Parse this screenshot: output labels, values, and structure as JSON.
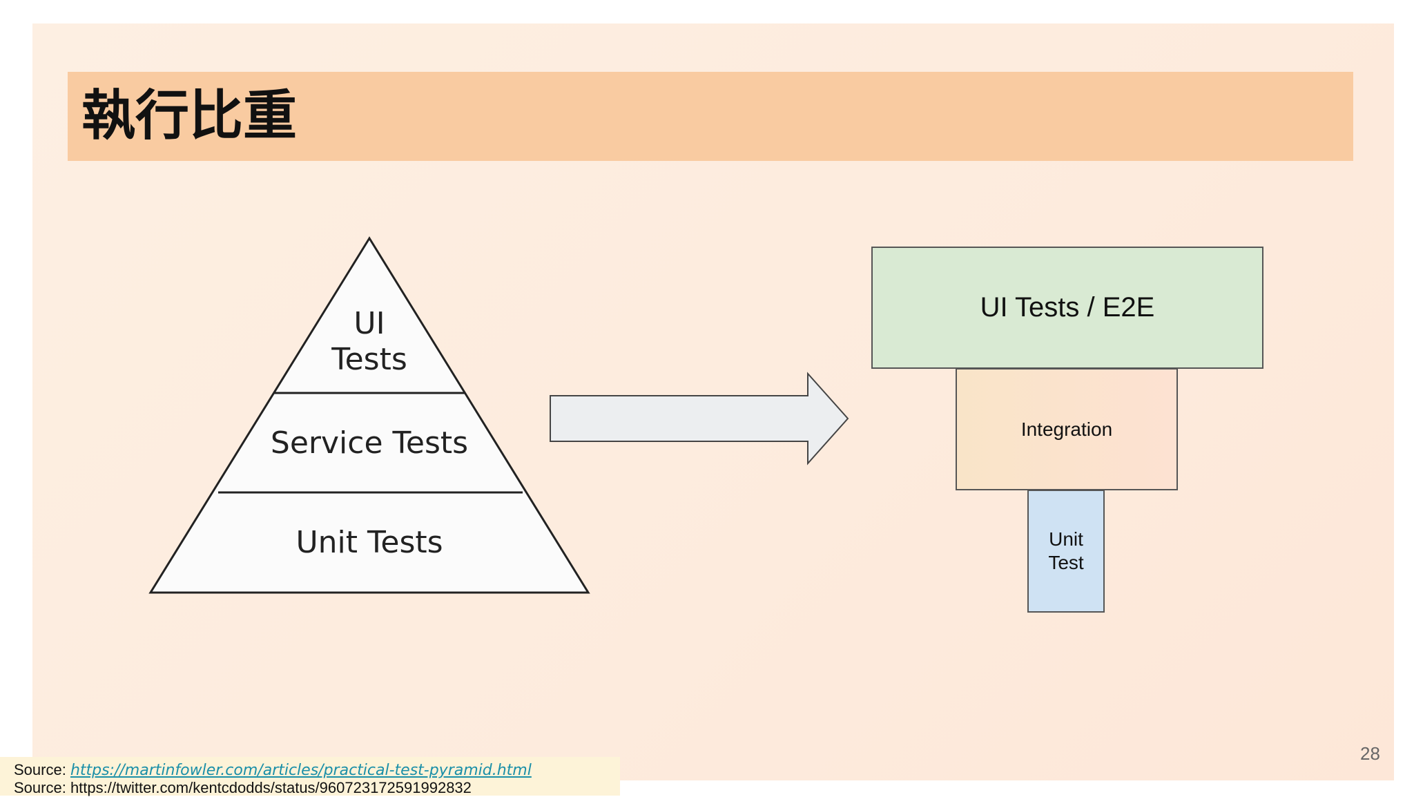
{
  "slide": {
    "title": "執行比重",
    "page_number": "28"
  },
  "pyramid": {
    "top_line1": "UI",
    "top_line2": "Tests",
    "middle": "Service Tests",
    "bottom": "Unit Tests"
  },
  "inverted": {
    "top": "UI Tests / E2E",
    "middle": "Integration",
    "bottom_line1": "Unit",
    "bottom_line2": "Test"
  },
  "sources": {
    "label1": "Source: ",
    "link1": "https://martinfowler.com/articles/practical-test-pyramid.html",
    "label2": "Source: ",
    "link2": "https://twitter.com/kentcdodds/status/960723172591992832"
  },
  "colors": {
    "title_bar": "#f9cba1",
    "ui_box": "#d9ead3",
    "integration_box": "#f9e4c8",
    "unit_box": "#cfe2f3",
    "link": "#1a8fa8"
  }
}
